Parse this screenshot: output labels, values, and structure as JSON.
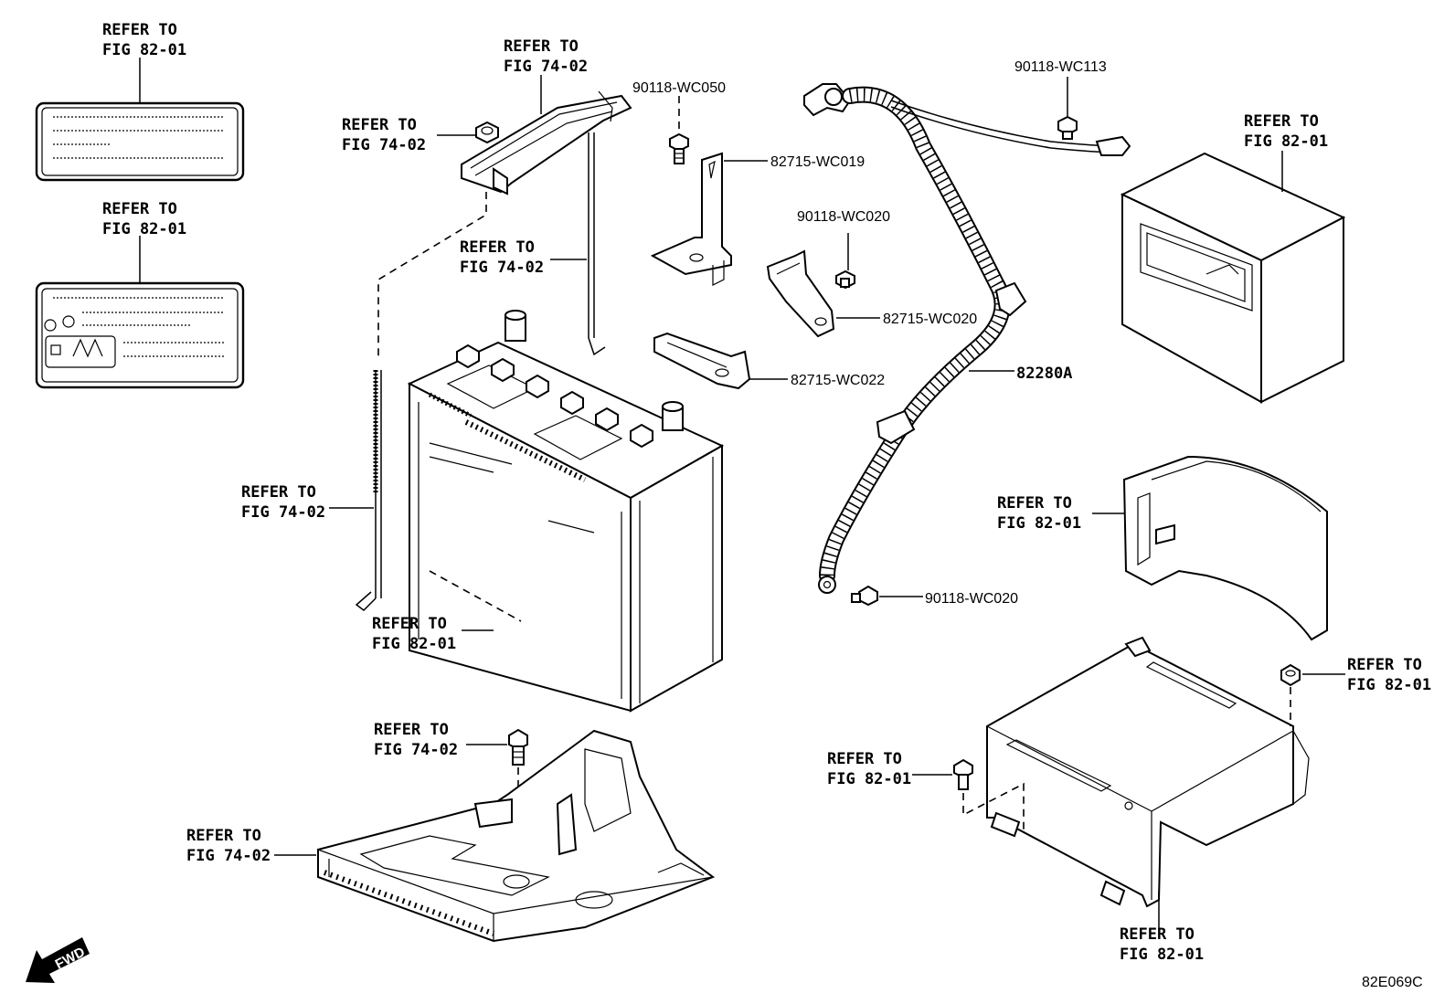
{
  "refer_line1": "REFER TO",
  "refs": {
    "label1": "FIG 82-01",
    "label2": "FIG 82-01",
    "clamp_upper": "FIG 74-02",
    "nut_left": "FIG 74-02",
    "rod_mid": "FIG 74-02",
    "rod_left": "FIG 74-02",
    "battery": "FIG 82-01",
    "tray_bolt": "FIG 74-02",
    "tray": "FIG 74-02",
    "box_top": "FIG 82-01",
    "cover": "FIG 82-01",
    "base_nut": "FIG 82-01",
    "base_bolt": "FIG 82-01",
    "base": "FIG 82-01"
  },
  "parts": {
    "bolt_wc050": "90118-WC050",
    "bracket_wc019": "82715-WC019",
    "bolt_wc113": "90118-WC113",
    "bolt_wc020_top": "90118-WC020",
    "bracket_wc020": "82715-WC020",
    "bracket_wc022": "82715-WC022",
    "cable_82280a": "82280A",
    "bolt_wc020_bottom": "90118-WC020"
  },
  "fwd_label": "FWD",
  "figure_code": "82E069C"
}
